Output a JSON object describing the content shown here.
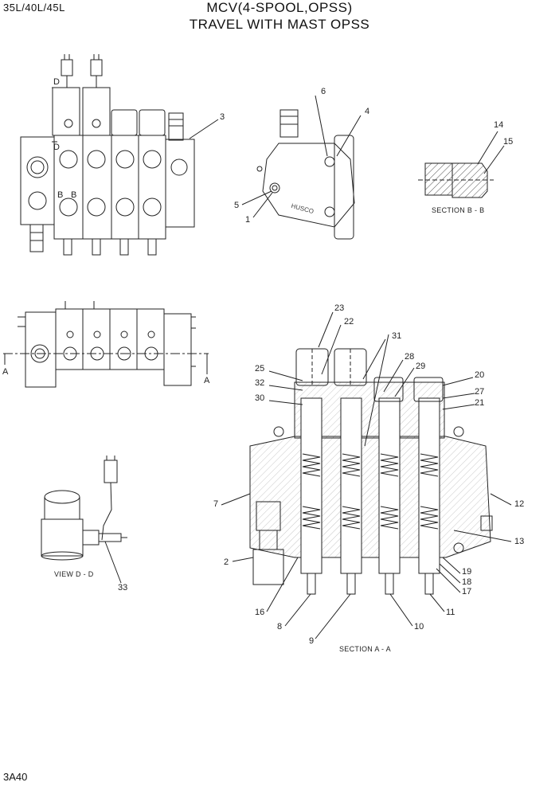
{
  "header": {
    "model": "35L/40L/45L",
    "title_line1": "MCV(4-SPOOL,OPSS)",
    "title_line2": "TRAVEL WITH MAST OPSS"
  },
  "footer": {
    "page_code": "3A40"
  },
  "captions": {
    "section_bb": "SECTION B - B",
    "view_dd": "VIEW D - D",
    "section_aa": "SECTION A - A"
  },
  "view_markers": {
    "d": "D",
    "b": "B",
    "a": "A"
  },
  "callouts": {
    "c1": "1",
    "c2": "2",
    "c3": "3",
    "c4": "4",
    "c5": "5",
    "c6": "6",
    "c7": "7",
    "c8": "8",
    "c9": "9",
    "c10": "10",
    "c11": "11",
    "c12": "12",
    "c13": "13",
    "c14": "14",
    "c15": "15",
    "c16": "16",
    "c17": "17",
    "c18": "18",
    "c19": "19",
    "c20": "20",
    "c21": "21",
    "c22": "22",
    "c23": "23",
    "c25": "25",
    "c27": "27",
    "c28": "28",
    "c29": "29",
    "c30": "30",
    "c31": "31",
    "c32": "32",
    "c33": "33"
  },
  "decal_text": "HUSCO"
}
